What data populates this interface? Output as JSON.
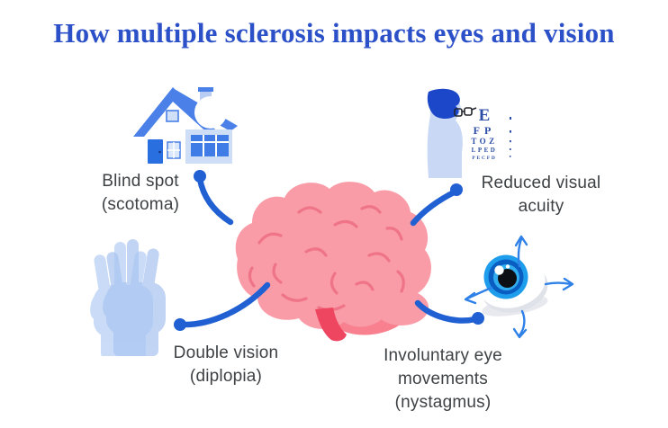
{
  "title": "How multiple sclerosis impacts eyes and vision",
  "items": [
    {
      "id": "blind-spot",
      "icon": "house-blind-spot-icon",
      "lines": [
        "Blind spot",
        "(scotoma)"
      ]
    },
    {
      "id": "reduced-visual-acuity",
      "icon": "eye-chart-icon",
      "lines": [
        "Reduced visual",
        "acuity"
      ]
    },
    {
      "id": "double-vision",
      "icon": "double-vision-hand-icon",
      "lines": [
        "Double vision",
        "(diplopia)"
      ]
    },
    {
      "id": "involuntary-eye-movements",
      "icon": "eyeball-arrows-icon",
      "lines": [
        "Involuntary eye",
        "movements",
        "(nystagmus)"
      ]
    }
  ],
  "center_icon": "brain-icon",
  "eye_chart": {
    "rows": [
      "E",
      "FP",
      "TOZ",
      "LPED",
      "PECFD"
    ]
  },
  "colors": {
    "title_blue": "#2b50c8",
    "label_gray": "#3e4245",
    "connector_blue": "#2160d3",
    "brain_pink": "#f99ca7",
    "brain_fold_pink": "#ef7488",
    "brain_stem_red": "#ee4560",
    "brain_lobe_pink": "#f8808f",
    "icon_blue": "#4a80e7",
    "icon_dark_blue": "#1b47c8",
    "icon_light_blue": "#cfdef7",
    "hand_blue": "#a5c1ef",
    "eye_iris_blue": "#1f9ded",
    "eye_iris_navy": "#0a5ec2",
    "arrow_blue": "#2f81e8",
    "chart_letter_navy": "#2c4ea6"
  }
}
